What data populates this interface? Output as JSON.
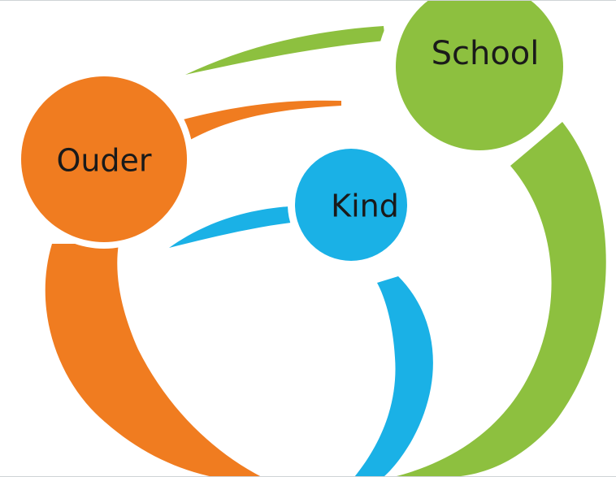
{
  "diagram": {
    "nodes": [
      {
        "id": "school",
        "label": "School",
        "color": "#8dc03f"
      },
      {
        "id": "ouder",
        "label": "Ouder",
        "color": "#f07c20"
      },
      {
        "id": "kind",
        "label": "Kind",
        "color": "#1ab1e6"
      }
    ],
    "background": "#ffffff"
  }
}
